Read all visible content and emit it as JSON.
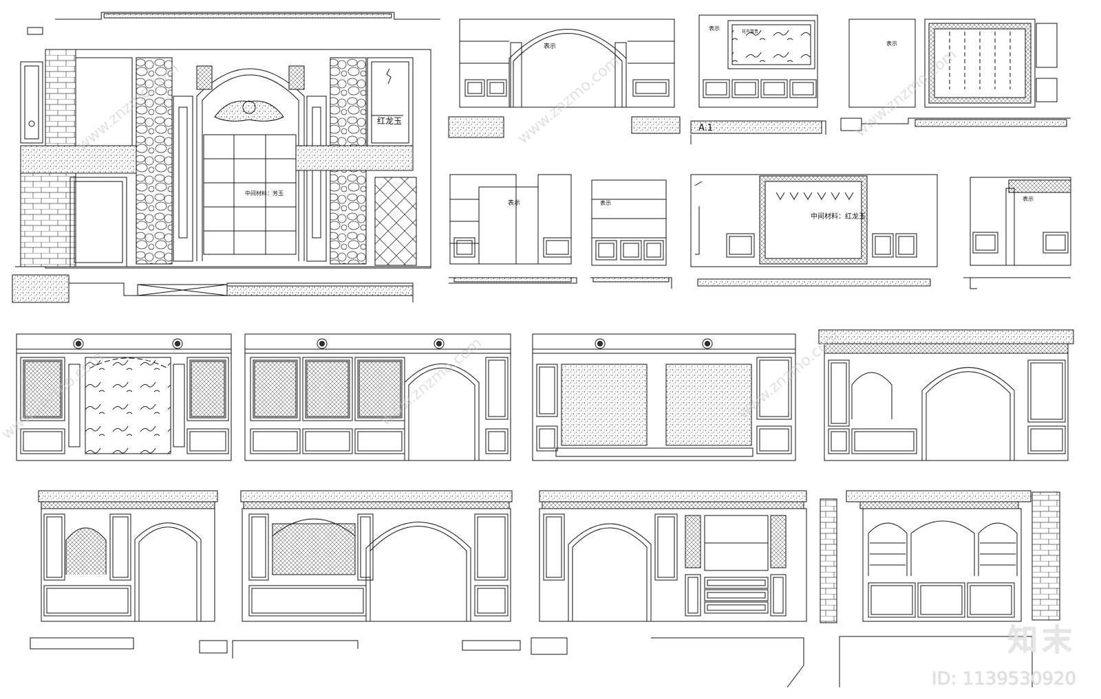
{
  "labels": {
    "material_red_dragon_jade": "红龙玉",
    "middle_material_1": "中间材料：芳玉",
    "middle_material_2": "中间材料：红龙玉",
    "note_1": "表示",
    "note_2": "表示",
    "note_3": "表示",
    "note_4": "表示",
    "note_5": "表示",
    "note_6": "表示",
    "section_tag": "A.1",
    "painting_title": "花鸟富贵"
  },
  "watermark": {
    "site": "www.znzmo.com",
    "brand": "知末",
    "id_text": "ID: 1139530920"
  },
  "colors": {
    "line": "#111111",
    "hatch": "#555555",
    "watermark": "#c8c8c8"
  }
}
